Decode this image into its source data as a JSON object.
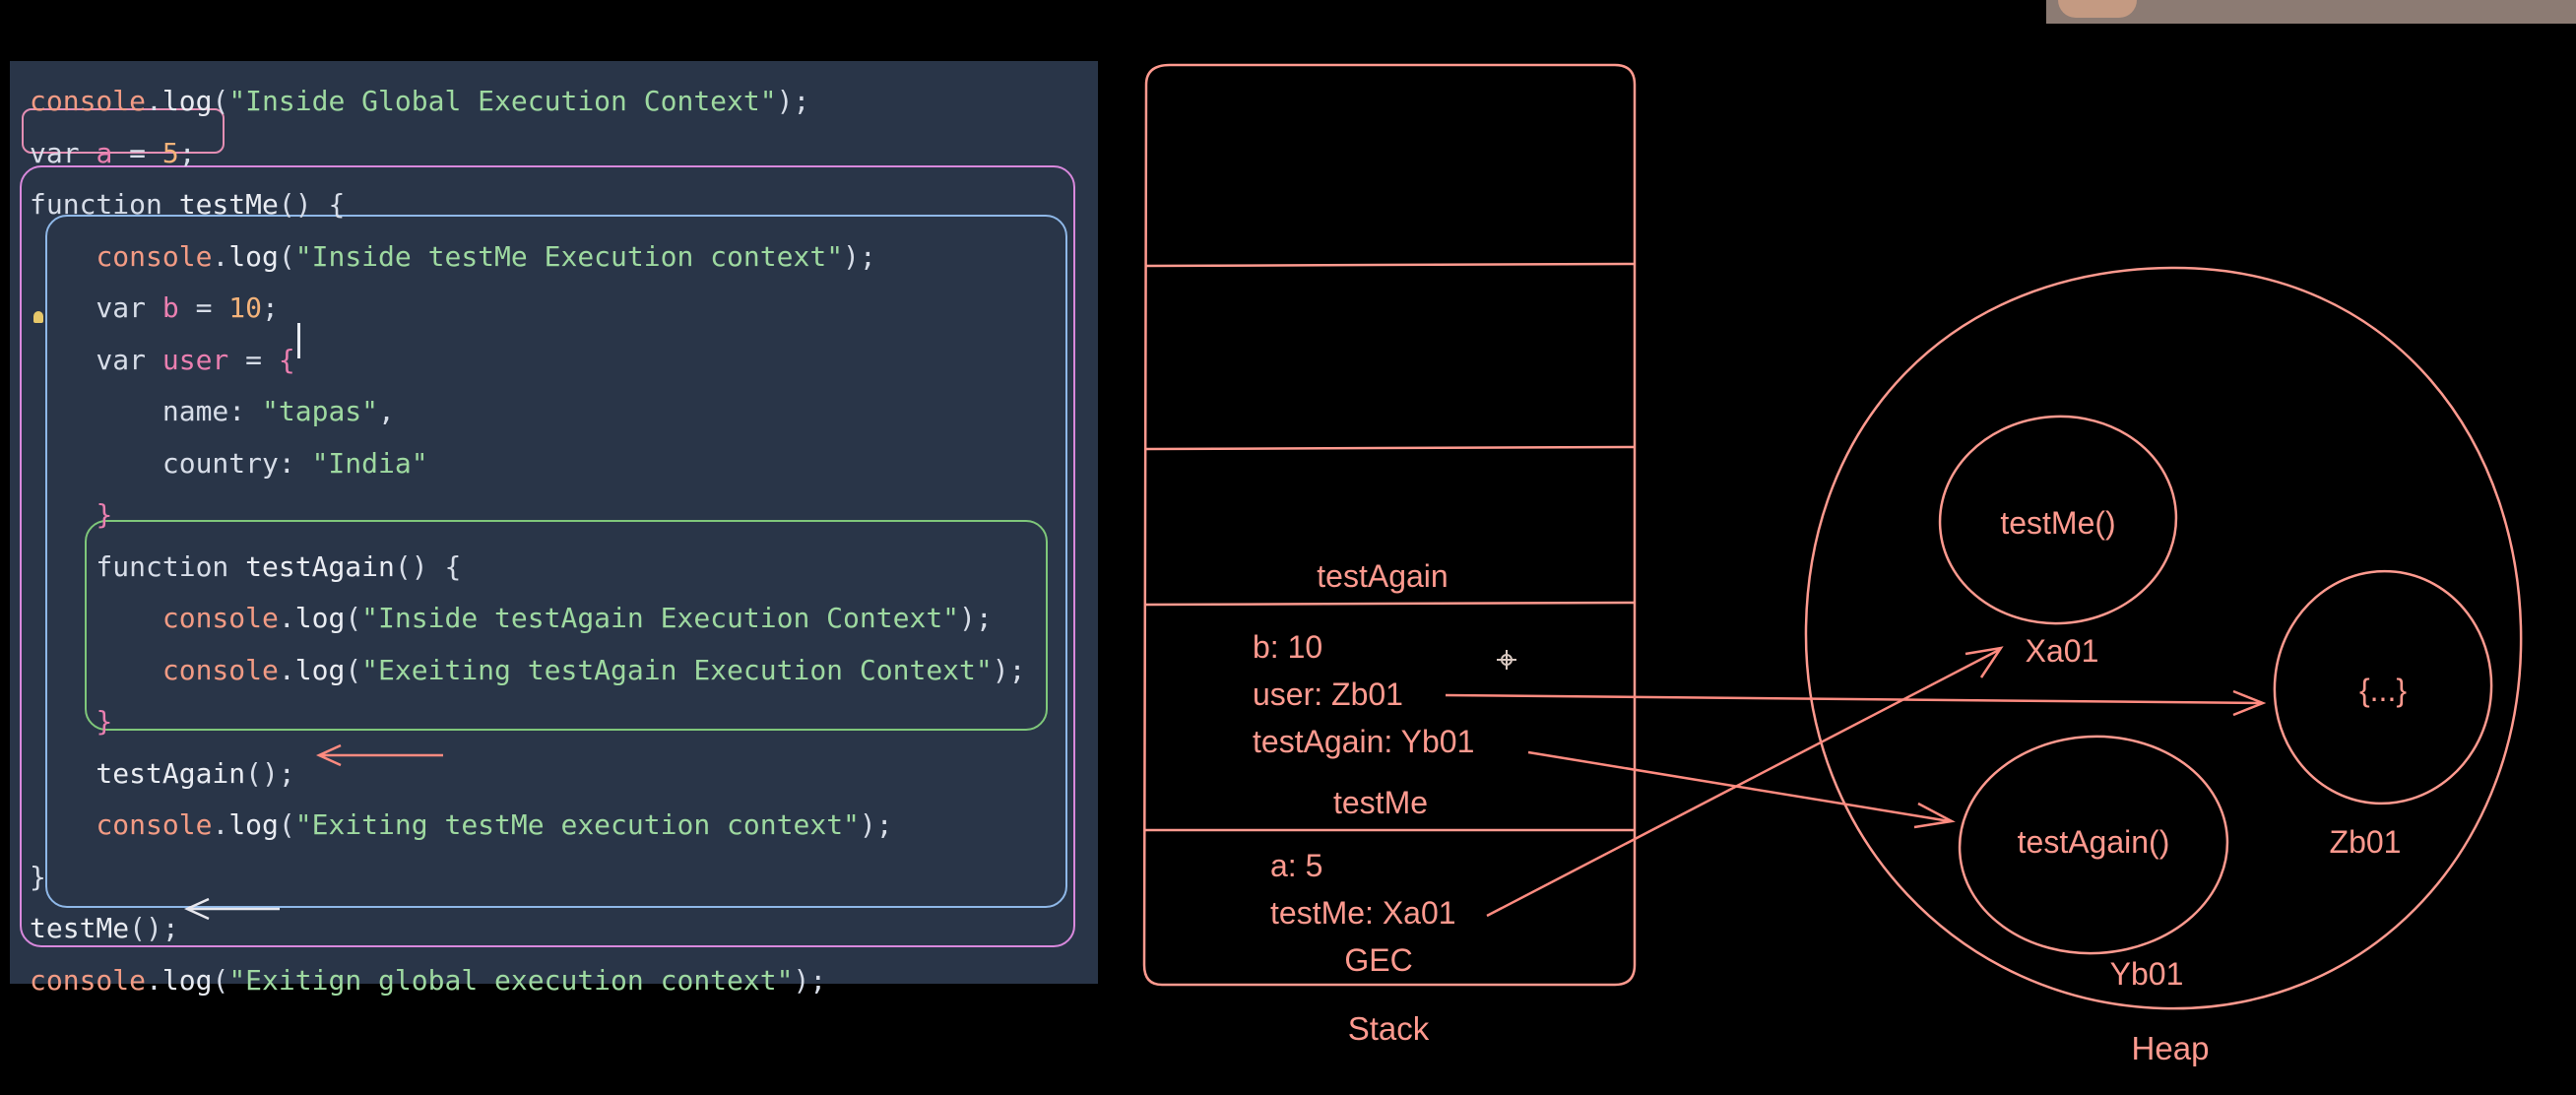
{
  "colors": {
    "background": "#000000",
    "code_bg": "#293548",
    "plain": "#d7dde8",
    "keyword": "#f29b84",
    "string": "#9ed9a0",
    "number": "#f4b37a",
    "variable": "#ea7fb0",
    "function": "#e9ecf2",
    "chalk": "#ff9a8f",
    "box_global": "#e48fb4",
    "box_testme_outer": "#d989dd",
    "box_testme_inner": "#8fb8e8",
    "box_testagain": "#7fc77a",
    "arrow": "#ff8b80"
  },
  "code": {
    "lines": [
      [
        {
          "t": "console",
          "c": "keyword"
        },
        {
          "t": ".",
          "c": "plain"
        },
        {
          "t": "log",
          "c": "function"
        },
        {
          "t": "(",
          "c": "plain"
        },
        {
          "t": "\"Inside Global Execution Context\"",
          "c": "string"
        },
        {
          "t": ");",
          "c": "plain"
        }
      ],
      [
        {
          "t": "var ",
          "c": "plain"
        },
        {
          "t": "a",
          "c": "variable"
        },
        {
          "t": " = ",
          "c": "plain"
        },
        {
          "t": "5",
          "c": "number"
        },
        {
          "t": ";",
          "c": "plain"
        }
      ],
      [
        {
          "t": "function ",
          "c": "plain"
        },
        {
          "t": "testMe",
          "c": "function"
        },
        {
          "t": "() {",
          "c": "plain"
        }
      ],
      [
        {
          "t": "    ",
          "c": "plain"
        },
        {
          "t": "console",
          "c": "keyword"
        },
        {
          "t": ".",
          "c": "plain"
        },
        {
          "t": "log",
          "c": "function"
        },
        {
          "t": "(",
          "c": "plain"
        },
        {
          "t": "\"Inside testMe Execution context\"",
          "c": "string"
        },
        {
          "t": ");",
          "c": "plain"
        }
      ],
      [
        {
          "t": "    var ",
          "c": "plain"
        },
        {
          "t": "b",
          "c": "variable"
        },
        {
          "t": " = ",
          "c": "plain"
        },
        {
          "t": "10",
          "c": "number"
        },
        {
          "t": ";",
          "c": "plain"
        }
      ],
      [
        {
          "t": "    var ",
          "c": "plain"
        },
        {
          "t": "user",
          "c": "variable"
        },
        {
          "t": " = ",
          "c": "plain"
        },
        {
          "t": "{",
          "c": "variable"
        }
      ],
      [
        {
          "t": "        name: ",
          "c": "plain"
        },
        {
          "t": "\"tapas\"",
          "c": "string"
        },
        {
          "t": ",",
          "c": "plain"
        }
      ],
      [
        {
          "t": "        country: ",
          "c": "plain"
        },
        {
          "t": "\"India\"",
          "c": "string"
        }
      ],
      [
        {
          "t": "    ",
          "c": "plain"
        },
        {
          "t": "}",
          "c": "variable"
        }
      ],
      [
        {
          "t": "    function ",
          "c": "plain"
        },
        {
          "t": "testAgain",
          "c": "function"
        },
        {
          "t": "() {",
          "c": "plain"
        }
      ],
      [
        {
          "t": "        ",
          "c": "plain"
        },
        {
          "t": "console",
          "c": "keyword"
        },
        {
          "t": ".",
          "c": "plain"
        },
        {
          "t": "log",
          "c": "function"
        },
        {
          "t": "(",
          "c": "plain"
        },
        {
          "t": "\"Inside testAgain Execution Context\"",
          "c": "string"
        },
        {
          "t": ");",
          "c": "plain"
        }
      ],
      [
        {
          "t": "        ",
          "c": "plain"
        },
        {
          "t": "console",
          "c": "keyword"
        },
        {
          "t": ".",
          "c": "plain"
        },
        {
          "t": "log",
          "c": "function"
        },
        {
          "t": "(",
          "c": "plain"
        },
        {
          "t": "\"Exeiting testAgain Execution Context\"",
          "c": "string"
        },
        {
          "t": ");",
          "c": "plain"
        }
      ],
      [
        {
          "t": "    ",
          "c": "plain"
        },
        {
          "t": "}",
          "c": "variable"
        }
      ],
      [
        {
          "t": "    testAgain",
          "c": "function"
        },
        {
          "t": "();",
          "c": "plain"
        }
      ],
      [
        {
          "t": "    ",
          "c": "plain"
        },
        {
          "t": "console",
          "c": "keyword"
        },
        {
          "t": ".",
          "c": "plain"
        },
        {
          "t": "log",
          "c": "function"
        },
        {
          "t": "(",
          "c": "plain"
        },
        {
          "t": "\"Exiting testMe execution context\"",
          "c": "string"
        },
        {
          "t": ");",
          "c": "plain"
        }
      ],
      [
        {
          "t": "}",
          "c": "plain"
        }
      ],
      [
        {
          "t": "testMe",
          "c": "function"
        },
        {
          "t": "();",
          "c": "plain"
        }
      ],
      [
        {
          "t": "console",
          "c": "keyword"
        },
        {
          "t": ".",
          "c": "plain"
        },
        {
          "t": "log",
          "c": "function"
        },
        {
          "t": "(",
          "c": "plain"
        },
        {
          "t": "\"Exitign global execution context\"",
          "c": "string"
        },
        {
          "t": ");",
          "c": "plain"
        }
      ]
    ]
  },
  "stack": {
    "caption": "Stack",
    "frame_testagain": {
      "label": "testAgain"
    },
    "frame_testme": {
      "vars": [
        "b: 10",
        "user: Zb01",
        "testAgain: Yb01"
      ],
      "label": "testMe"
    },
    "frame_gec": {
      "vars": [
        "a: 5",
        "testMe: Xa01"
      ],
      "label": "GEC"
    }
  },
  "heap": {
    "caption": "Heap",
    "objects": [
      {
        "name": "testMe()",
        "address": "Xa01"
      },
      {
        "name": "{...}",
        "address": "Zb01"
      },
      {
        "name": "testAgain()",
        "address": "Yb01"
      }
    ]
  }
}
